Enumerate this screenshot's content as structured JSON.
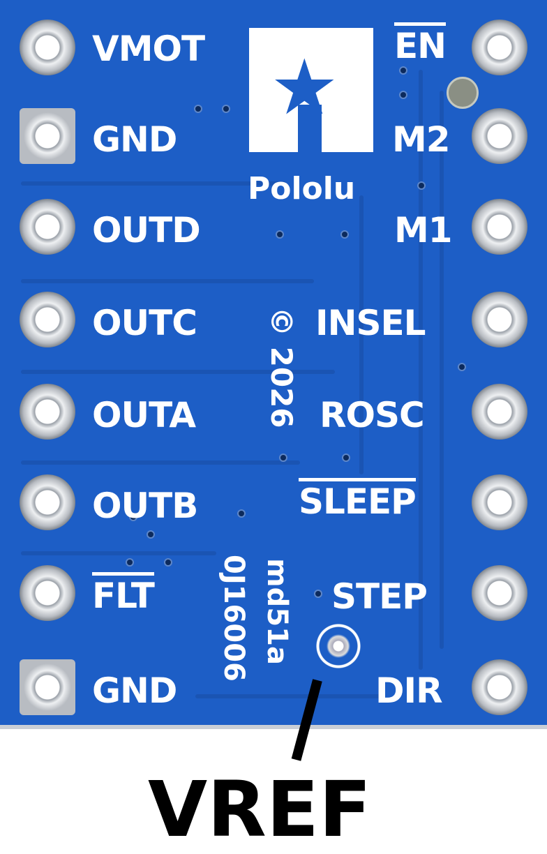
{
  "board": {
    "left_pins": [
      "VMOT",
      "GND",
      "OUTD",
      "OUTC",
      "OUTA",
      "OUTB",
      "FLT",
      "GND"
    ],
    "right_pins": [
      "EN",
      "M2",
      "M1",
      "INSEL",
      "ROSC",
      "SLEEP",
      "STEP",
      "DIR"
    ],
    "logo_text": "Pololu",
    "copyright": "© 2026",
    "code1": "md51a",
    "code2": "0J16006",
    "colors": {
      "pcb": "#1d5ec6",
      "silkscreen": "#ffffff"
    }
  },
  "callout": {
    "label": "VREF"
  }
}
